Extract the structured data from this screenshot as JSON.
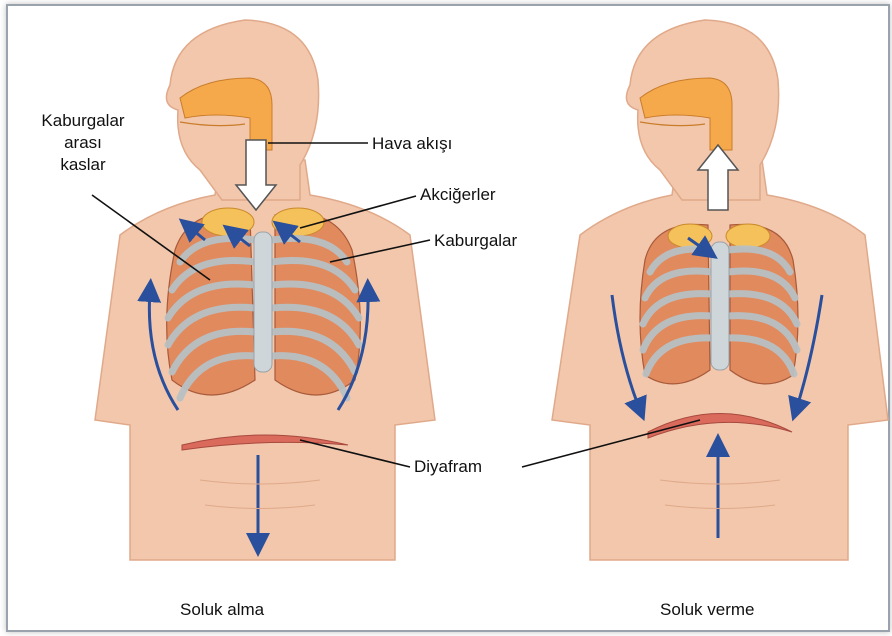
{
  "labels": {
    "intercostal_line1": "Kaburgalar",
    "intercostal_line2": "arası",
    "intercostal_line3": "kaslar",
    "airflow": "Hava akışı",
    "lungs": "Akciğerler",
    "ribs": "Kaburgalar",
    "diaphragm": "Diyafram"
  },
  "captions": {
    "inhale": "Soluk alma",
    "exhale": "Soluk verme"
  },
  "colors": {
    "skin": "#f2c7ac",
    "skin_dark": "#e6ad8e",
    "airway": "#f5a94a",
    "lung": "#e08a5e",
    "rib": "#b9c0c4",
    "diaphragm": "#d96a5c",
    "arrow": "#2a4f9c"
  }
}
